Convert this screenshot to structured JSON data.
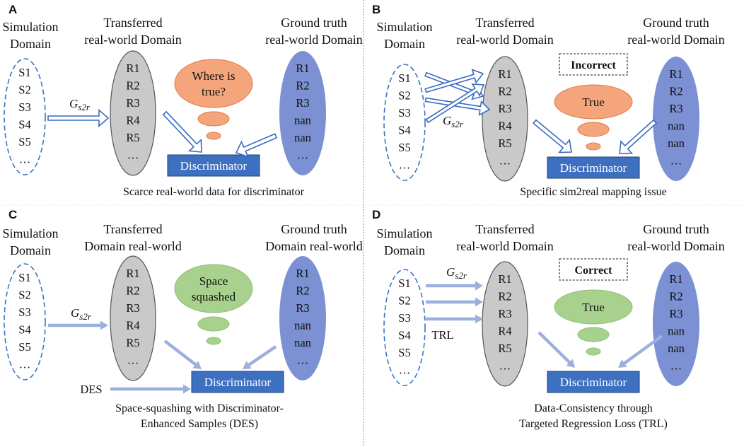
{
  "colors": {
    "sim_border": "#3b73c4",
    "transferred_fill": "#c9c9c9",
    "truth_fill": "#7c91d3",
    "discriminator_fill": "#3e70c1",
    "bubble_orange": "#f4a57b",
    "bubble_green": "#a9d18e",
    "arrow_outline": "#3a6bc0",
    "arrow_solid": "#9bb0dc",
    "divider": "#8aa8d6"
  },
  "panels": [
    {
      "id": "A",
      "label": "A",
      "sim_title": [
        "Simulation",
        "Domain"
      ],
      "sim_items": [
        "S1",
        "S2",
        "S3",
        "S4",
        "S5",
        "…"
      ],
      "transferred_title": [
        "Transferred",
        "real-world Domain"
      ],
      "transferred_items": [
        "R1",
        "R2",
        "R3",
        "R4",
        "R5",
        "…"
      ],
      "truth_title": [
        "Ground truth",
        "real-world Domain"
      ],
      "truth_items": [
        "R1",
        "R2",
        "R3",
        "nan",
        "nan",
        "…"
      ],
      "generator": "G",
      "generator_sub": "s2r",
      "bubble_text": [
        "Where is",
        "true?"
      ],
      "discriminator": "Discriminator",
      "caption": [
        "Scarce real-world data for discriminator"
      ]
    },
    {
      "id": "B",
      "label": "B",
      "sim_title": [
        "Simulation",
        "Domain"
      ],
      "sim_items": [
        "S1",
        "S2",
        "S3",
        "S4",
        "S5",
        "…"
      ],
      "transferred_title": [
        "Transferred",
        "real-world Domain"
      ],
      "transferred_items": [
        "R1",
        "R2",
        "R3",
        "R4",
        "R5",
        "…"
      ],
      "truth_title": [
        "Ground truth",
        "real-world Domain"
      ],
      "truth_items": [
        "R1",
        "R2",
        "R3",
        "nan",
        "nan",
        "…"
      ],
      "generator": "G",
      "generator_sub": "s2r",
      "status_box": "Incorrect",
      "bubble_text": [
        "True"
      ],
      "discriminator": "Discriminator",
      "caption": [
        "Specific sim2real mapping issue"
      ]
    },
    {
      "id": "C",
      "label": "C",
      "sim_title": [
        "Simulation",
        "Domain"
      ],
      "sim_items": [
        "S1",
        "S2",
        "S3",
        "S4",
        "S5",
        "…"
      ],
      "transferred_title": [
        "Transferred",
        "Domain real-world"
      ],
      "transferred_items": [
        "R1",
        "R2",
        "R3",
        "R4",
        "R5",
        "…"
      ],
      "truth_title": [
        "Ground truth",
        "Domain real-world"
      ],
      "truth_items": [
        "R1",
        "R2",
        "R3",
        "nan",
        "nan",
        "…"
      ],
      "generator": "G",
      "generator_sub": "s2r",
      "bubble_text": [
        "Space",
        "squashed"
      ],
      "extra_input": "DES",
      "discriminator": "Discriminator",
      "caption": [
        "Space-squashing with Discriminator-",
        "Enhanced Samples (DES)"
      ]
    },
    {
      "id": "D",
      "label": "D",
      "sim_title": [
        "Simulation",
        "Domain"
      ],
      "sim_items": [
        "S1",
        "S2",
        "S3",
        "S4",
        "S5",
        "…"
      ],
      "transferred_title": [
        "Transferred",
        "real-world Domain"
      ],
      "transferred_items": [
        "R1",
        "R2",
        "R3",
        "R4",
        "R5",
        "…"
      ],
      "truth_title": [
        "Ground truth",
        "real-world Domain"
      ],
      "truth_items": [
        "R1",
        "R2",
        "R3",
        "nan",
        "nan",
        "…"
      ],
      "generator": "G",
      "generator_sub": "s2r",
      "status_box": "Correct",
      "bubble_text": [
        "True"
      ],
      "loss_label": "TRL",
      "discriminator": "Discriminator",
      "caption": [
        "Data-Consistency through",
        "Targeted Regression Loss (TRL)"
      ]
    }
  ]
}
